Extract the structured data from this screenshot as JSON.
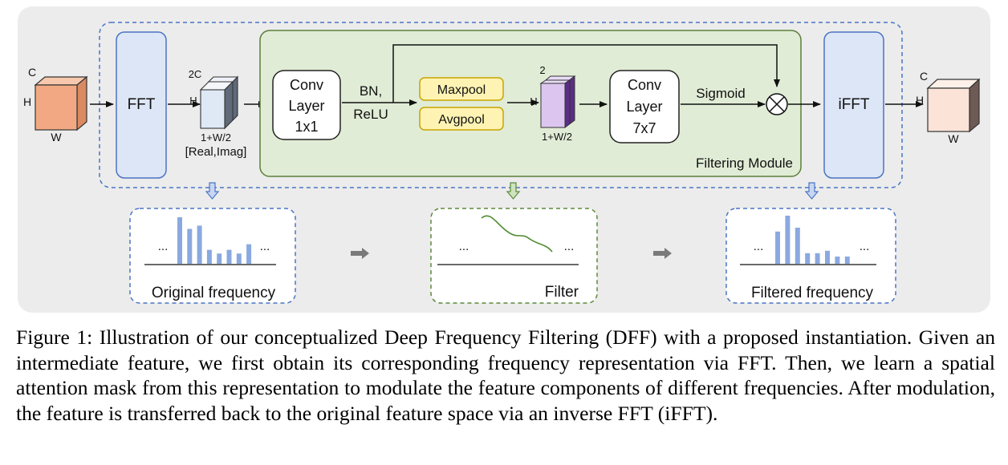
{
  "diagram": {
    "input_cube": {
      "c": "C",
      "h": "H",
      "w": "W"
    },
    "fft_label": "FFT",
    "spectrum": {
      "c": "2C",
      "h": "H",
      "w": "1+W/2",
      "note": "[Real,Imag]"
    },
    "conv1": [
      "Conv",
      "Layer",
      "1x1"
    ],
    "bn_relu": [
      "BN,",
      "ReLU"
    ],
    "maxpool": "Maxpool",
    "avgpool": "Avgpool",
    "pooled": {
      "c": "2",
      "h": "H",
      "w": "1+W/2"
    },
    "conv7": [
      "Conv",
      "Layer",
      "7x7"
    ],
    "sigmoid": "Sigmoid",
    "filtering_module": "Filtering Module",
    "ifft_label": "iFFT",
    "output_cube": {
      "c": "C",
      "h": "H",
      "w": "W"
    },
    "colors": {
      "background": "#ececec",
      "module_fill": "#e1ecd6",
      "module_border": "#5b7f3b",
      "fft_fill": "#dde6f6",
      "fft_border": "#4a74c4",
      "pool_fill": "#fff3b3",
      "pool_border": "#c9a300",
      "bar": "#8aa9e0",
      "filter_curve": "#4e8a2e",
      "input_cube": "#f2a983",
      "output_cube": "#fbe3d7",
      "pooled_cube": "#dcc6f0"
    }
  },
  "panels": {
    "original": {
      "label": "Original frequency",
      "ellipsis_left": "...",
      "ellipsis_right": "...",
      "bars": [
        1.0,
        0.75,
        0.82,
        0.3,
        0.22,
        0.3,
        0.22,
        0.42
      ]
    },
    "filter": {
      "label": "Filter",
      "ellipsis_left": "...",
      "ellipsis_right": "..."
    },
    "filtered": {
      "label": "Filtered frequency",
      "ellipsis_left": "...",
      "ellipsis_right": "...",
      "bars": [
        0.67,
        1.0,
        0.75,
        0.22,
        0.22,
        0.27,
        0.15,
        0.15
      ]
    }
  },
  "caption": {
    "label": "Figure 1:",
    "text": "Illustration of our conceptualized Deep Frequency Filtering (DFF) with a proposed instantiation. Given an intermediate feature, we first obtain its corresponding frequency representation via FFT. Then, we learn a spatial attention mask from this representation to modulate the feature components of different frequencies. After modulation, the feature is transferred back to the original feature space via an inverse FFT (iFFT)."
  }
}
